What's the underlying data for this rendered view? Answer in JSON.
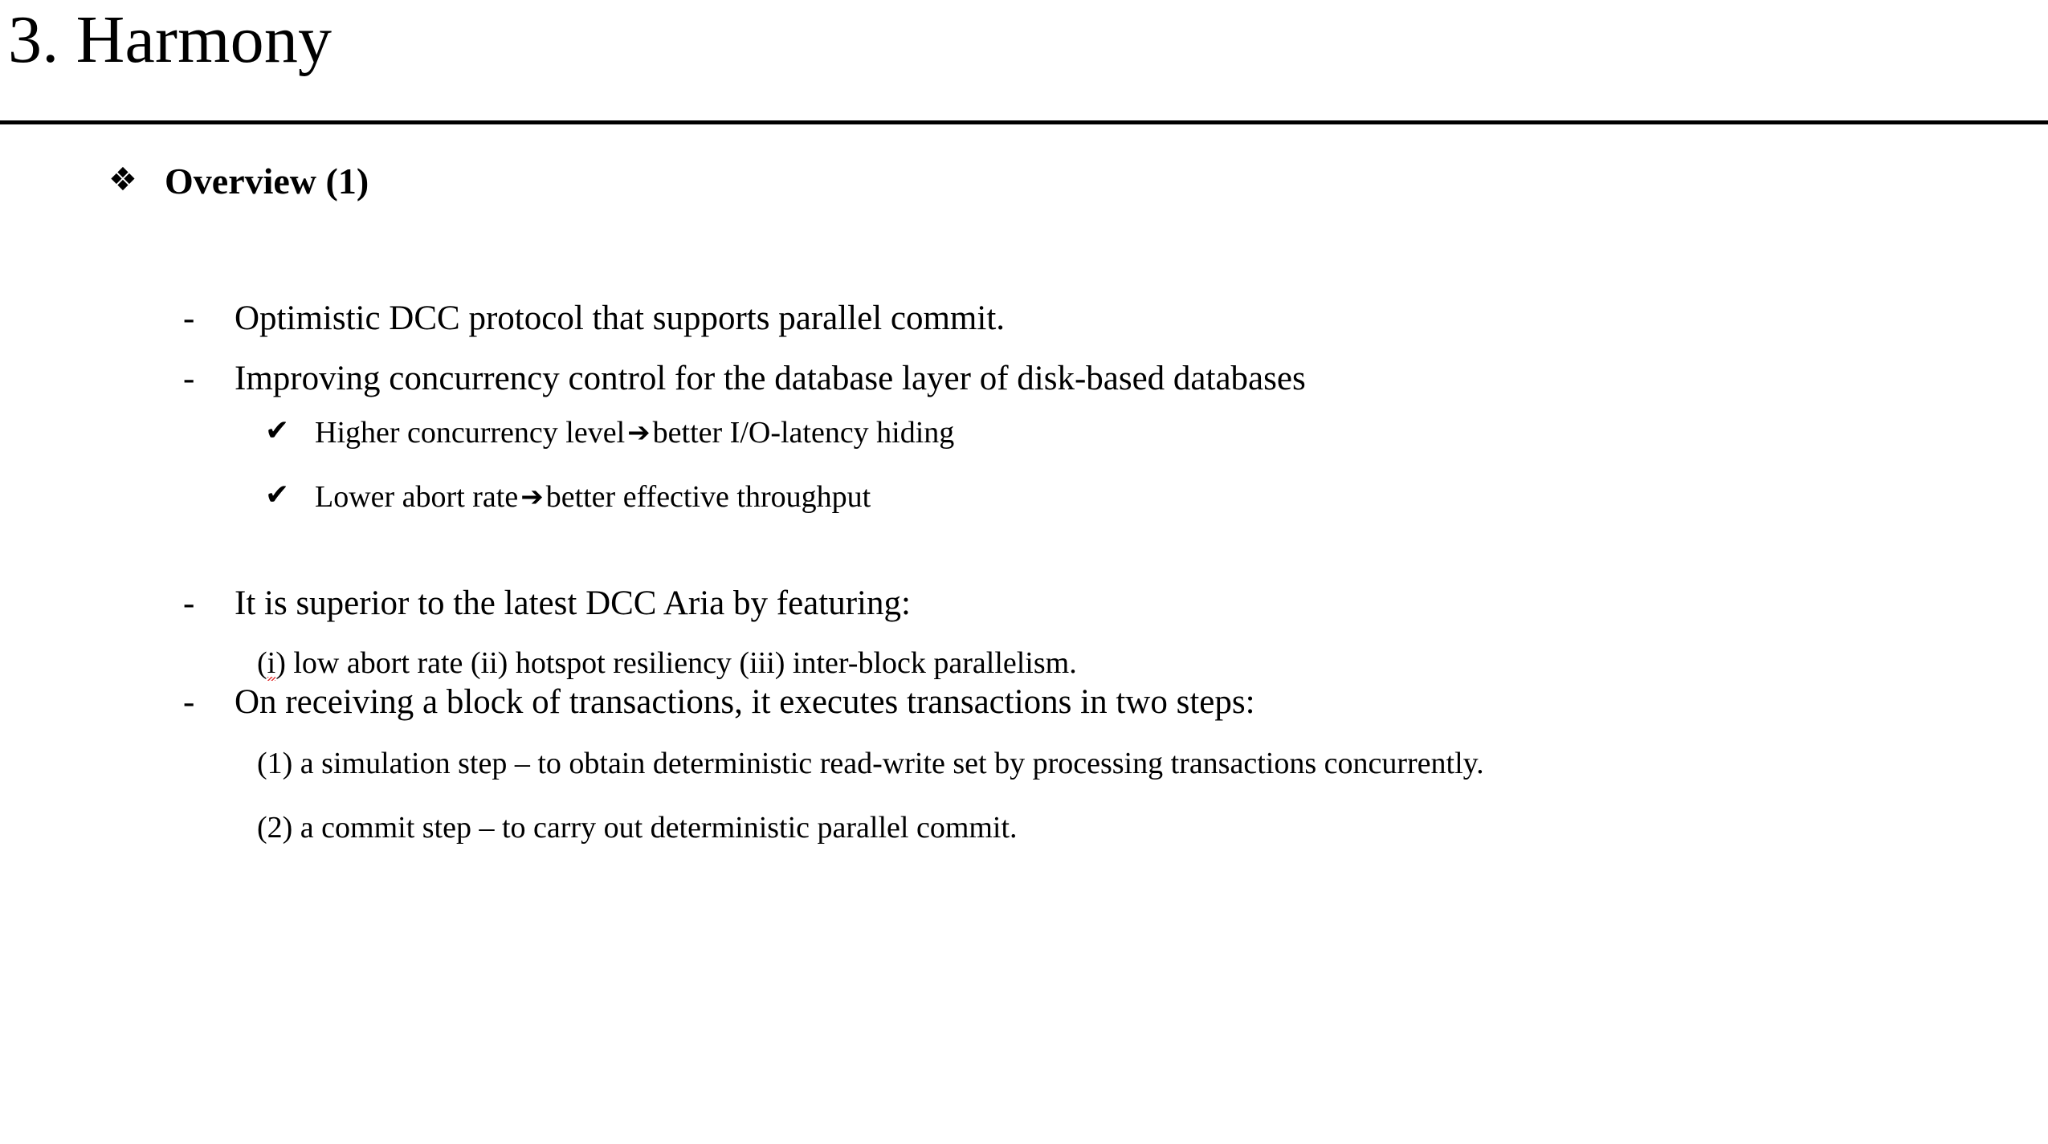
{
  "slide": {
    "title": "3. Harmony",
    "heading": {
      "bullet_glyph": "❖",
      "text": "Overview (1)"
    },
    "bullets": {
      "dash_glyph": "-",
      "check_glyph": "✔",
      "arrow_glyph": "➔"
    },
    "items": [
      {
        "level": 1,
        "text": "Optimistic DCC protocol that supports parallel commit."
      },
      {
        "level": 1,
        "text": "Improving concurrency control for the database layer of disk-based databases"
      },
      {
        "level": 2,
        "text_before_arrow": "Higher concurrency level",
        "text_after_arrow": "better I/O-latency hiding"
      },
      {
        "level": 2,
        "text_before_arrow": "Lower abort rate",
        "text_after_arrow": "better effective throughput"
      },
      {
        "level": 1,
        "text": "It is superior to the latest DCC Aria by featuring:"
      },
      {
        "level": 2,
        "prefix": "(",
        "misspelled": "i",
        "text": ") low abort rate (ii) hotspot resiliency (iii) inter-block parallelism."
      },
      {
        "level": 1,
        "text": "On receiving a block of transactions, it executes transactions in two steps:"
      },
      {
        "level": 2,
        "text": "(1) a simulation step – to obtain deterministic read-write set by processing transactions concurrently."
      },
      {
        "level": 2,
        "text": "(2) a commit step – to carry out deterministic parallel commit."
      }
    ]
  }
}
